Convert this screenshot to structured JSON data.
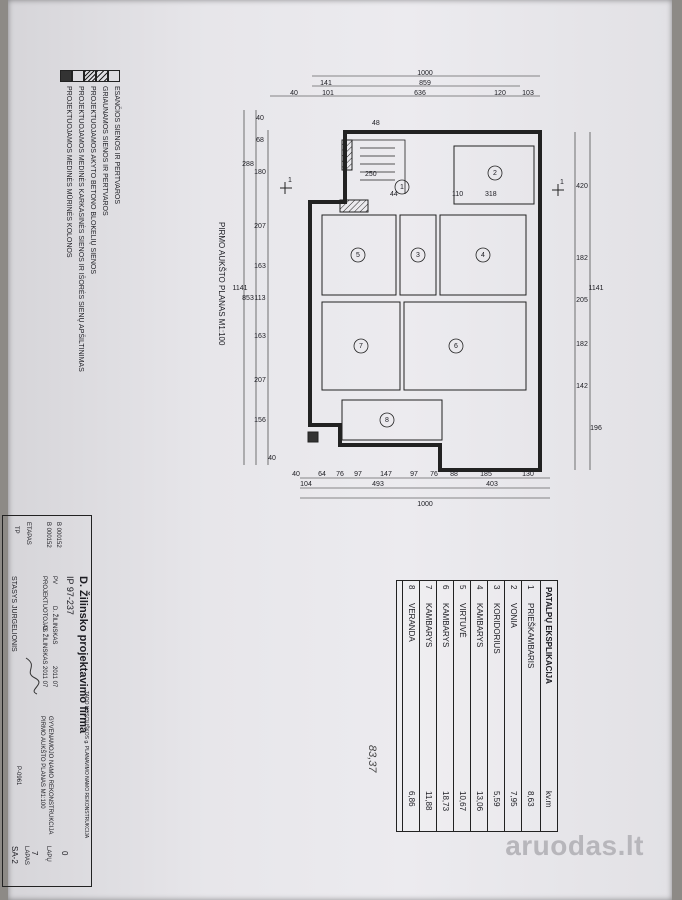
{
  "legend": [
    "ESANČIOS SIENOS IR PERTVAROS",
    "GRIAUNAMOS SIENOS IR PERTVAROS",
    "PROJEKTUOJAMOS AKYTO BETONO BLOKELIŲ SIENOS",
    "PROJEKTUOJAMOS MEDINĖS KARKASINĖS SIENOS IR IŠORĖS SIENŲ APŠILTINIMAS",
    "PROJEKTUOJAMOS MEDINĖS MŪRINĖS KOLONOS"
  ],
  "plan": {
    "title": "PIRMO AUKŠTO PLANAS M1:100",
    "section_mark": "1",
    "rooms": [
      "1",
      "2",
      "3",
      "4",
      "5",
      "6",
      "7",
      "8"
    ],
    "dims_top_total": "1000",
    "dims_top_row2": "859",
    "dims_top_row3": [
      "141",
      "40",
      "101",
      "636",
      "120",
      "103"
    ],
    "dims_bottom_row1": [
      "40",
      "64",
      "76",
      "97",
      "147",
      "97",
      "76",
      "88",
      "185",
      "130"
    ],
    "dims_bottom_row2": [
      "104",
      "493",
      "403"
    ],
    "dims_bottom_total": "1000",
    "dims_left": [
      "40",
      "68",
      "180",
      "288",
      "207",
      "163",
      "113",
      "163",
      "207",
      "156",
      "40"
    ],
    "dims_left_total": "1141",
    "dims_left_mid": "853",
    "dims_right": [
      "420",
      "182",
      "205",
      "182",
      "142",
      "196"
    ],
    "dims_right_total": "1141",
    "inner_labels": [
      "48",
      "250",
      "44",
      "110",
      "318"
    ]
  },
  "table": {
    "title": "PATALPŲ EKSPLIKACIJA",
    "unit": "kv.m",
    "rows": [
      {
        "no": "1",
        "name": "PRIEŠKAMBARIS",
        "area": "8,63"
      },
      {
        "no": "2",
        "name": "VONIA",
        "area": "7,95"
      },
      {
        "no": "3",
        "name": "KORIDORIUS",
        "area": "5,59"
      },
      {
        "no": "4",
        "name": "KAMBARYS",
        "area": "13,06"
      },
      {
        "no": "5",
        "name": "VIRTUVĖ",
        "area": "10,67"
      },
      {
        "no": "6",
        "name": "KAMBARYS",
        "area": "18,73"
      },
      {
        "no": "7",
        "name": "KAMBARYS",
        "area": "11,88"
      },
      {
        "no": "8",
        "name": "VERANDA",
        "area": "6,86"
      }
    ],
    "handwritten_total": "83,37"
  },
  "title_block": {
    "firm": "D. Žilinsko projektavimo firma",
    "code": "IP 97-237",
    "address": "TADO KOSCIUŠKOS g. PLANAVIMO NAMO REKONSTRUKCIJA",
    "object_line1": "GYVENAMOJO NAMO REKONSTRUKCIJA",
    "object_line2": "PIRMO AUKŠTO PLANAS M1:100",
    "roles": [
      {
        "role": "PV",
        "name": "D. ŽILINSKAS",
        "date": "2011 07"
      },
      {
        "role": "PROJEKTUOTOJAS",
        "name": "D. ŽILINSKAS",
        "date": "2011 07"
      }
    ],
    "ids": [
      "B 000152",
      "B 000152"
    ],
    "stage": "TP",
    "stage_label": "ETAPAS",
    "owner": "STASYS JURGELIONIS",
    "sheet_label": "LAPAS",
    "sheet": "SA-2",
    "sheets_label": "LAPŲ",
    "sheets": "7",
    "extra": "0",
    "page": "P-0961"
  },
  "watermark": "aruodas.lt"
}
